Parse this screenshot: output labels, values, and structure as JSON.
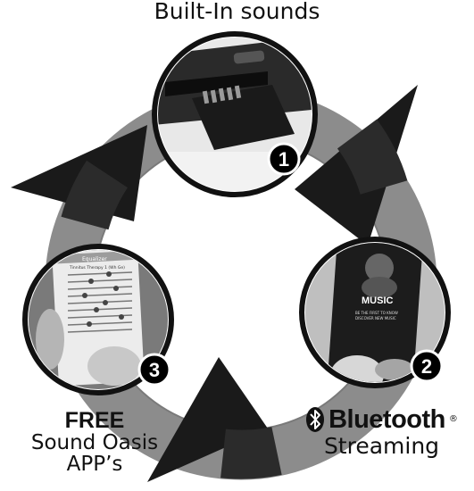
{
  "labels": {
    "top": "Built-In sounds",
    "free_bold": "FREE",
    "free_line2": "Sound Oasis",
    "free_line3": "APP’s",
    "bluetooth_word": "Bluetooth",
    "bluetooth_mark": "®",
    "streaming": "Streaming"
  },
  "badges": [
    "1",
    "2",
    "3"
  ],
  "phone_screen_2": {
    "title": "MUSIC",
    "line1": "BE THE FIRST TO KNOW",
    "line2": "DISCOVER NEW MUSIC"
  },
  "phone_screen_3": {
    "header": "Equalizer",
    "title": "Tinnitus Therapy 1 (Wh Ge)"
  },
  "colors": {
    "ring": "#8c8c8c",
    "arrow": "#1a1a1a",
    "badge": "#000000"
  },
  "icons": [
    "bluetooth-icon",
    "sd-card-slot-icon",
    "music-logo-icon"
  ]
}
